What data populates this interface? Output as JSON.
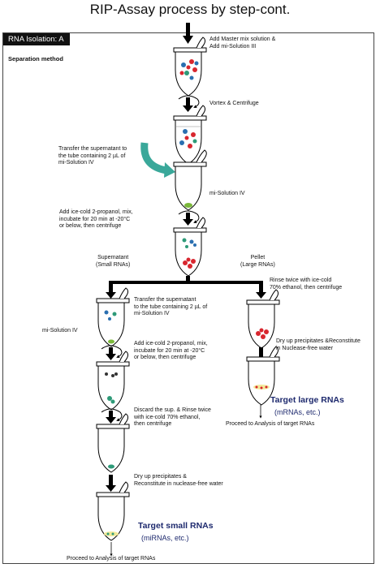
{
  "title": "RIP-Assay process by step-cont.",
  "tab_label": "RNA Isolation: A",
  "subtitle": "Separation method",
  "steps": {
    "s1": "Add Master mix solution &\nAdd mi-Solution III",
    "s2": "Vortex & Centrifuge",
    "s3": "Transfer the supernatant to\nthe tube containing 2 µL of\nmi-Solution IV",
    "s4": "mi-Solution IV",
    "s5": "Add ice-cold 2-propanol, mix,\nincubate for 20 min at -20°C\nor below, then centrifuge",
    "left_head": "Supernatant\n(Small RNAs)",
    "right_head": "Pellet\n(Large RNAs)",
    "l1": "Transfer the supernatant\nto the tube containing 2 µL of\nmi-Solution IV",
    "l1_side": "mi-Solution IV",
    "l2": "Add ice-cold 2-propanol, mix,\nincubate for 20 min at -20°C\nor below, then centrifuge",
    "l3": "Discard the sup. & Rinse twice\nwith ice-cold 70% ethanol,\nthen centrifuge",
    "l4": "Dry up precipitates &\nReconstitute in nuclease-free water",
    "l_target": "Target small RNAs",
    "l_target_sub": "(miRNAs, etc.)",
    "l_final": "Proceed to Analysis of target RNAs",
    "r1": "Rinse twice with ice-cold\n70% ethanol, then centrifuge",
    "r2": "Dry up precipitates &Reconstitute\nin Nuclease-free water",
    "r_target": "Target large RNAs",
    "r_target_sub": "(mRNAs, etc.)",
    "r_final": "Proceed to Analysis of target RNAs"
  },
  "colors": {
    "tab_bg": "#111111",
    "target_text": "#1e2a6e",
    "transfer_arrow": "#3aa89a",
    "red_particles": "#d8262e",
    "blue_particles": "#2a6fb0",
    "teal_particles": "#2e9a78",
    "pellet_green": "#7bb83a"
  }
}
